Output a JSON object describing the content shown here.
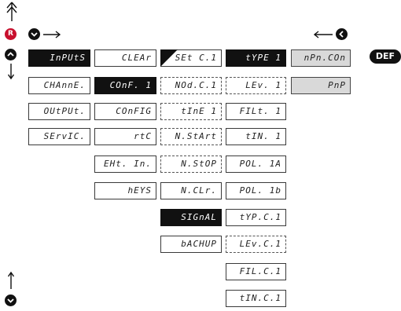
{
  "badges": {
    "reset": "R",
    "def": "DEF"
  },
  "columns": {
    "col1": [
      "InPUtS",
      "CHAnnE.",
      "OUtPUt.",
      "SErvIC."
    ],
    "col2": [
      "CLEAr",
      "COnF. 1",
      "COnFIG",
      "rtC",
      "EHt. In.",
      "hEYS"
    ],
    "col3": [
      "SEt C.1",
      "NOd.C.1",
      "tInE 1",
      "N.StArt",
      "N.StOP",
      "N.CLr.",
      "SIGnAL",
      "bACHUP"
    ],
    "col4": [
      "tYPE 1",
      "LEv. 1",
      "FILt. 1",
      "tIN. 1",
      "POL. 1A",
      "POL. 1b",
      "tYP.C.1",
      "LEv.C.1",
      "FIL.C.1",
      "tIN.C.1"
    ],
    "col5": [
      "nPn.COn",
      "PnP"
    ]
  },
  "icons": {
    "up_double_arrow": "up-double-arrow-icon",
    "reset_button": "reset-button-icon",
    "down_button": "down-button-icon",
    "up_button": "up-button-icon",
    "left_button": "left-button-icon",
    "arrows": [
      "arrow-right-icon",
      "arrow-left-icon",
      "arrow-down-icon",
      "arrow-up-icon"
    ]
  },
  "colors": {
    "selected_fill": "#111111",
    "option_fill": "#d9d9d9",
    "reset_red": "#c8102e"
  }
}
